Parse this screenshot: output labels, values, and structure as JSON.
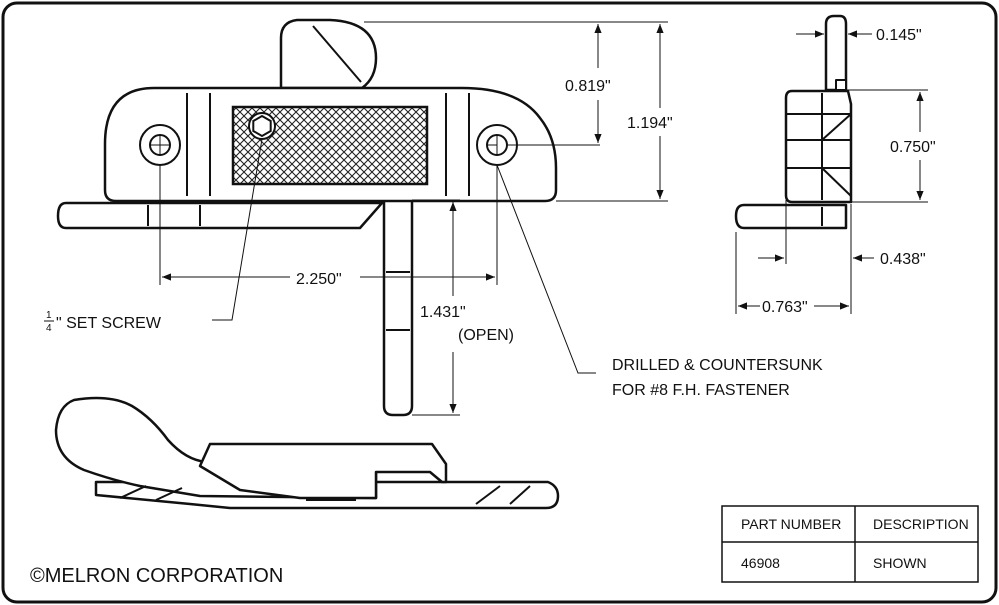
{
  "dimensions": {
    "height_to_tab": "0.819\"",
    "overall_height": "1.194\"",
    "hole_spacing": "2.250\"",
    "lever_reach": "1.431\"",
    "lever_state": "(OPEN)",
    "side_thickness": "0.145\"",
    "side_height": "0.750\"",
    "side_lip": "0.438\"",
    "side_width": "0.763\""
  },
  "notes": {
    "set_screw_num": "1",
    "set_screw_den": "4",
    "set_screw_label": "\" SET SCREW",
    "drill_line1": "DRILLED & COUNTERSUNK",
    "drill_line2": "FOR #8 F.H. FASTENER"
  },
  "copyright": "©MELRON CORPORATION",
  "title_block": {
    "headers": [
      "PART NUMBER",
      "DESCRIPTION"
    ],
    "row": [
      "46908",
      "SHOWN"
    ]
  }
}
